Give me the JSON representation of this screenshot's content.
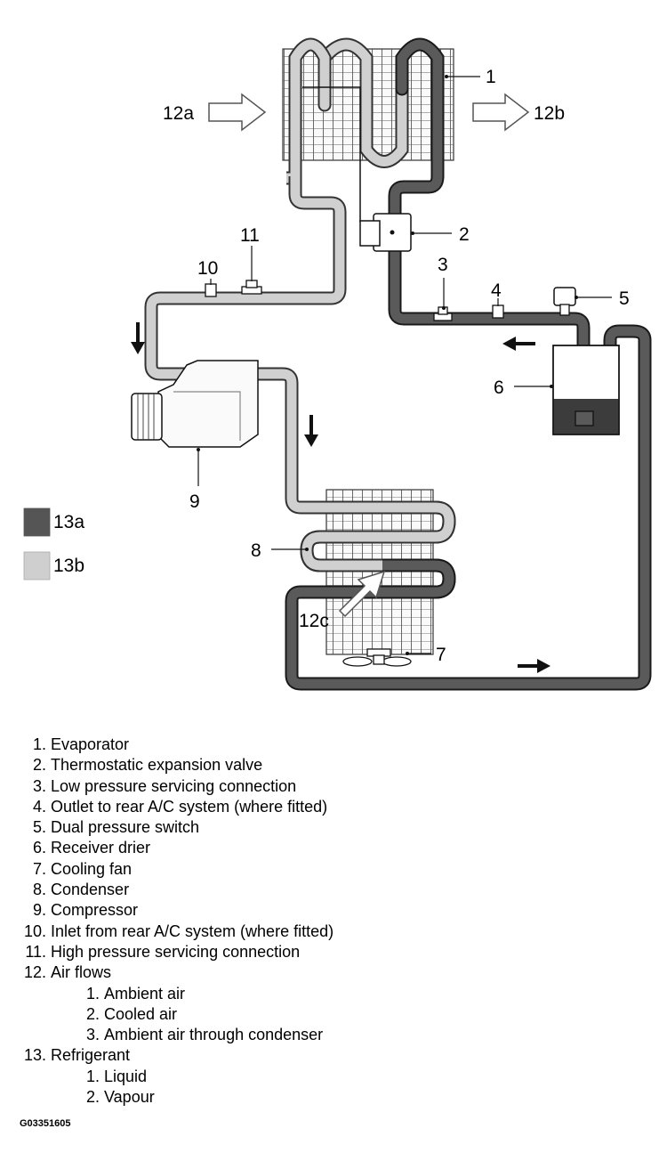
{
  "diagram": {
    "callouts": {
      "c1": "1",
      "c2": "2",
      "c3": "3",
      "c4": "4",
      "c5": "5",
      "c6": "6",
      "c7": "7",
      "c8": "8",
      "c9": "9",
      "c10": "10",
      "c11": "11",
      "c12a": "12a",
      "c12b": "12b",
      "c12c": "12c"
    },
    "swatches": [
      {
        "label": "13a",
        "color": "#555555"
      },
      {
        "label": "13b",
        "color": "#cfcfcf"
      }
    ]
  },
  "legend": [
    {
      "num": "1.",
      "text": "Evaporator",
      "level": 0
    },
    {
      "num": "2.",
      "text": "Thermostatic expansion valve",
      "level": 0
    },
    {
      "num": "3.",
      "text": "Low pressure servicing connection",
      "level": 0
    },
    {
      "num": "4.",
      "text": "Outlet to rear A/C system (where fitted)",
      "level": 0
    },
    {
      "num": "5.",
      "text": "Dual pressure switch",
      "level": 0
    },
    {
      "num": "6.",
      "text": "Receiver drier",
      "level": 0
    },
    {
      "num": "7.",
      "text": "Cooling fan",
      "level": 0
    },
    {
      "num": "8.",
      "text": "Condenser",
      "level": 0
    },
    {
      "num": "9.",
      "text": "Compressor",
      "level": 0
    },
    {
      "num": "10.",
      "text": "Inlet from rear A/C system (where fitted)",
      "level": 0
    },
    {
      "num": "11.",
      "text": "High pressure servicing connection",
      "level": 0
    },
    {
      "num": "12.",
      "text": "Air flows",
      "level": 0
    },
    {
      "num": "1.",
      "text": "Ambient air",
      "level": 1
    },
    {
      "num": "2.",
      "text": "Cooled air",
      "level": 1
    },
    {
      "num": "3.",
      "text": "Ambient air through condenser",
      "level": 1
    },
    {
      "num": "13.",
      "text": "Refrigerant",
      "level": 0
    },
    {
      "num": "1.",
      "text": "Liquid",
      "level": 1
    },
    {
      "num": "2.",
      "text": "Vapour",
      "level": 1
    }
  ],
  "figure_id": "G03351605"
}
